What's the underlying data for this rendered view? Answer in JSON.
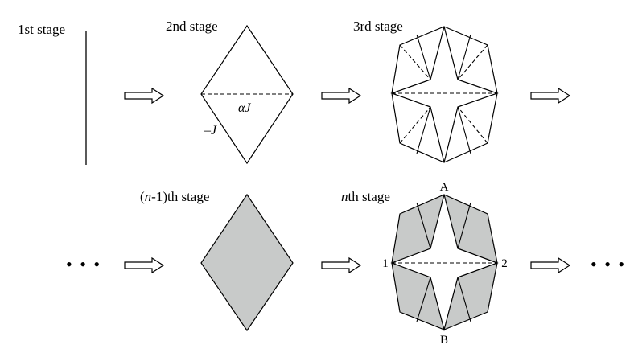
{
  "stages": {
    "first": "1st stage",
    "second": "2nd stage",
    "third": "3rd stage",
    "n_minus_1": {
      "paren_open": "(",
      "n": "n",
      "rest": "-1)th stage"
    },
    "nth": {
      "n": "n",
      "rest": "th stage"
    }
  },
  "bond_labels": {
    "alpha": {
      "greek": "α",
      "symbol": "J"
    },
    "minus": {
      "sign": "–",
      "symbol": "J"
    }
  },
  "points": {
    "a": "A",
    "b": "B",
    "one": "1",
    "two": "2"
  },
  "ellipsis": "• • •",
  "colors": {
    "fill_gray": "#c8cac9",
    "stroke": "#000000"
  }
}
